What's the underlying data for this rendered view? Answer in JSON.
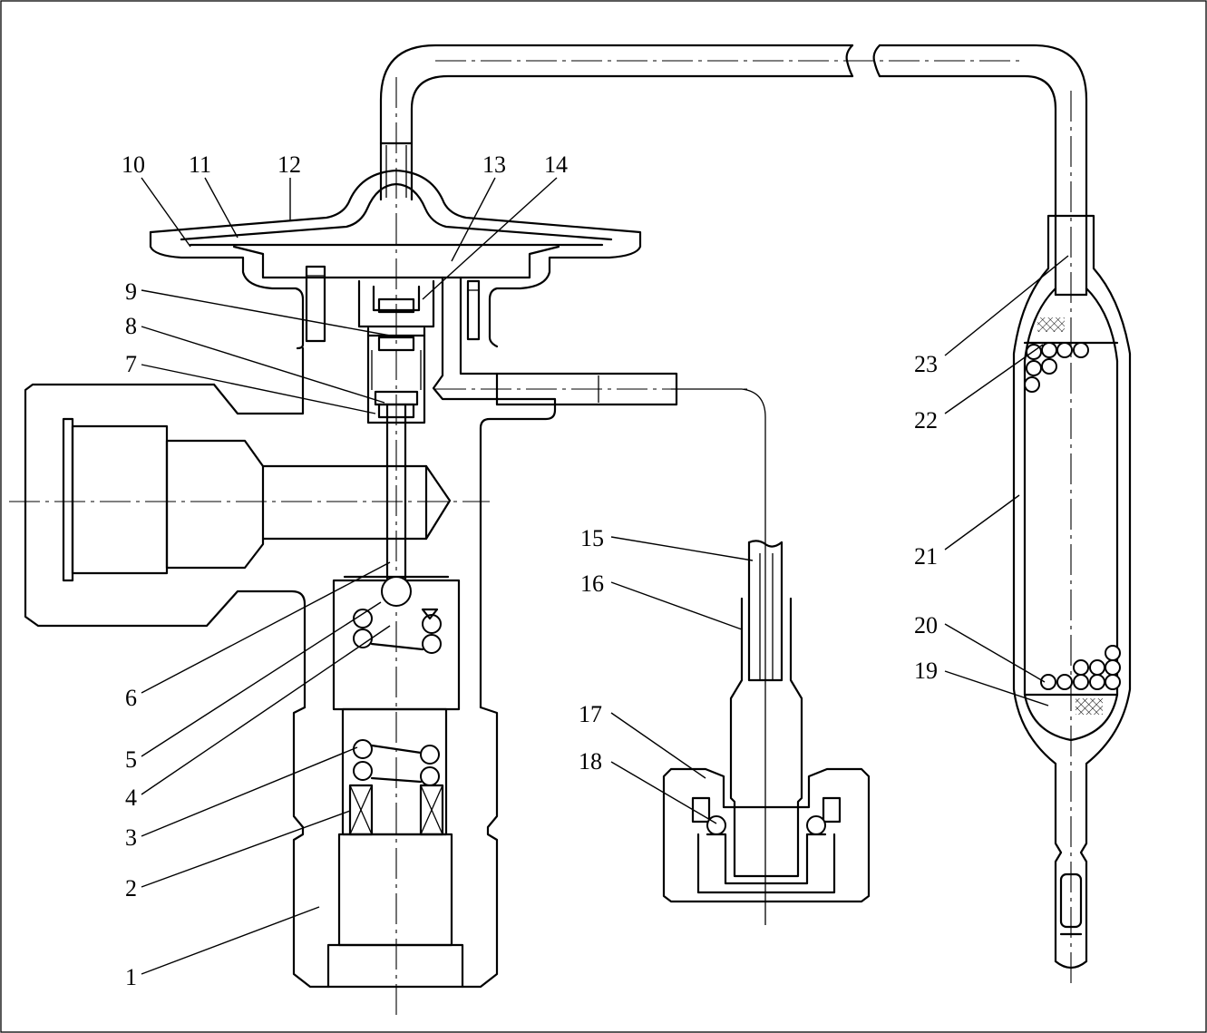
{
  "diagram": {
    "labels": [
      "1",
      "2",
      "3",
      "4",
      "5",
      "6",
      "7",
      "8",
      "9",
      "10",
      "11",
      "12",
      "13",
      "14",
      "15",
      "16",
      "17",
      "18",
      "19",
      "20",
      "21",
      "22",
      "23"
    ]
  },
  "colors": {
    "line": "#000000",
    "background": "#ffffff"
  }
}
